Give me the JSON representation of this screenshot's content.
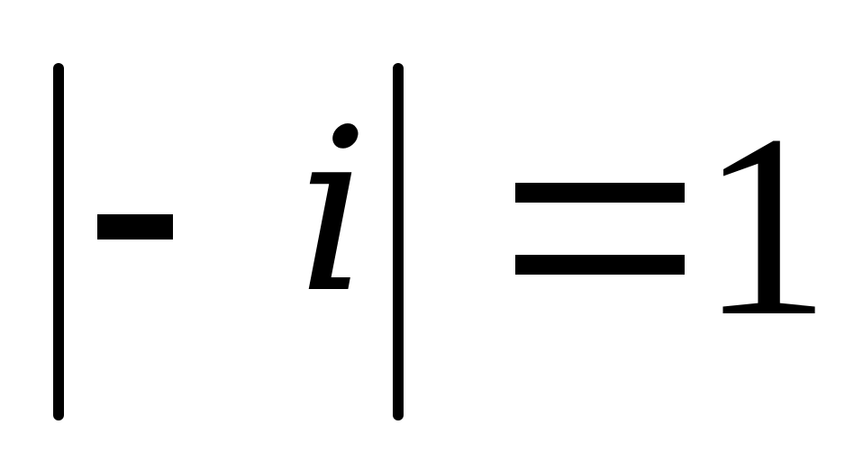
{
  "formula": {
    "minus_sign": "-",
    "variable": "i",
    "equals_sign": "=",
    "result": "1",
    "text": "|- i| =1"
  }
}
